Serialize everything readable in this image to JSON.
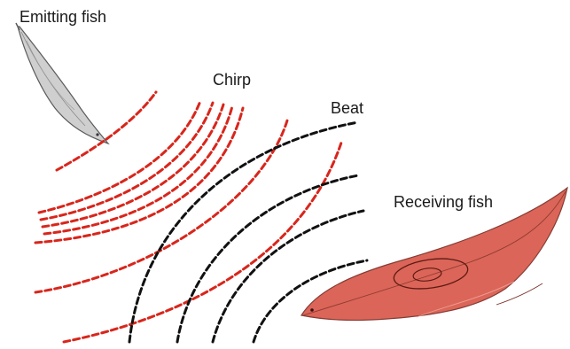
{
  "labels": {
    "emitting_fish": "Emitting fish",
    "chirp": "Chirp",
    "beat": "Beat",
    "receiving_fish": "Receiving fish"
  },
  "colors": {
    "chirp_wave": "#d8261c",
    "beat_wave": "#111111",
    "emitting_fish": "#c8c8c8",
    "receiving_fish": "#d9584a"
  }
}
